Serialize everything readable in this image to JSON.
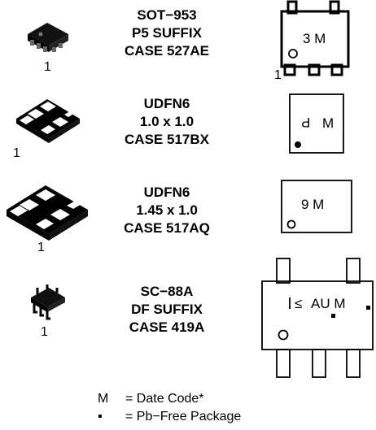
{
  "packages": [
    {
      "icon": "sot-953-package-icon",
      "caption": [
        "SOT−953",
        "P5 SUFFIX",
        "CASE 527AE"
      ],
      "pin_label": "1",
      "marking_pin_label": "1",
      "marking": "3 M"
    },
    {
      "icon": "udfn6-package-icon",
      "caption": [
        "UDFN6",
        "1.0 x 1.0",
        "CASE 517BX"
      ],
      "pin_label": "1",
      "marking_glyph": "P",
      "marking_tail": "M"
    },
    {
      "icon": "udfn6-large-package-icon",
      "caption": [
        "UDFN6",
        "1.45 x 1.0",
        "CASE 517AQ"
      ],
      "pin_label": "1",
      "marking": "9 M"
    },
    {
      "icon": "sc-88a-package-icon",
      "caption": [
        "SC−88A",
        "DF SUFFIX",
        "CASE 419A"
      ],
      "pin_label": "1",
      "marking": "AU M",
      "marking_symbol": "≤"
    }
  ],
  "legend": [
    {
      "key": "M",
      "desc": "= Date Code*"
    },
    {
      "key": "▪",
      "desc": "= Pb−Free Package"
    }
  ]
}
